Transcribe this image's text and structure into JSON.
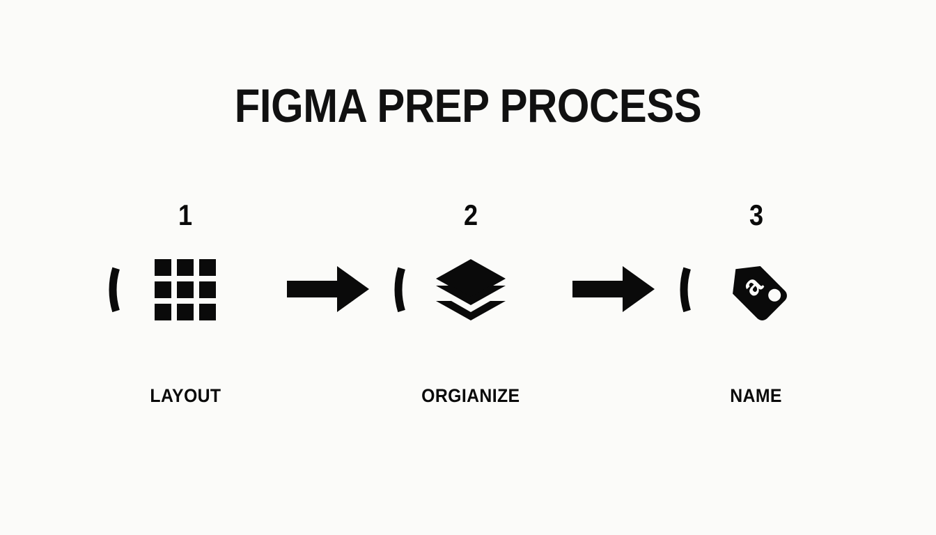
{
  "slide": {
    "background_color": "#fbfbf9",
    "ink_color": "#0a0a0a",
    "title": "FIGMA PREP PROCESS"
  },
  "steps": [
    {
      "number": "1",
      "label": "LAYOUT",
      "icon": "grid-icon"
    },
    {
      "number": "2",
      "label": "ORGIANIZE",
      "icon": "layers-icon"
    },
    {
      "number": "3",
      "label": "NAME",
      "icon": "tag-icon"
    }
  ],
  "connectors": [
    {
      "icon": "arrow-right-icon"
    },
    {
      "icon": "arrow-right-icon"
    }
  ]
}
